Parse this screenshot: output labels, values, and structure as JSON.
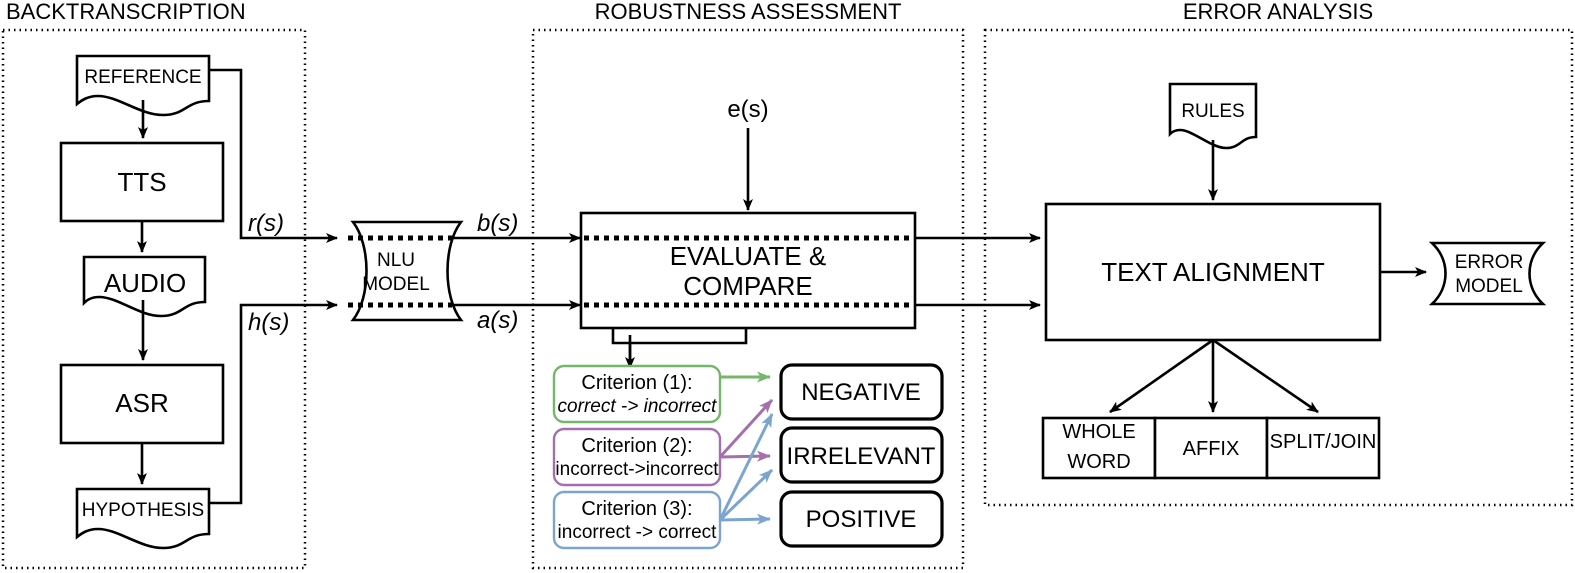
{
  "panels": [
    {
      "title": "BACKTRANSCRIPTION"
    },
    {
      "title": "ROBUSTNESS ASSESSMENT"
    },
    {
      "title": "ERROR ANALYSIS"
    }
  ],
  "backtranscription": {
    "reference": "REFERENCE",
    "tts": "TTS",
    "audio": "AUDIO",
    "asr": "ASR",
    "hypothesis": "HYPOTHESIS",
    "signal_r": "r(s)",
    "signal_h": "h(s)"
  },
  "nlu": {
    "line1": "NLU",
    "line2": "MODEL",
    "out_b": "b(s)",
    "out_a": "a(s)"
  },
  "robustness": {
    "input_e": "e(s)",
    "evaluate_line1": "EVALUATE &",
    "evaluate_line2": "COMPARE",
    "criteria": [
      {
        "title": "Criterion (1):",
        "rule": "correct -> incorrect",
        "color": "#74b66a"
      },
      {
        "title": "Criterion (2):",
        "rule": "incorrect->incorrect",
        "color": "#a46fae"
      },
      {
        "title": "Criterion (3):",
        "rule": "incorrect -> correct",
        "color": "#7ba4cf"
      }
    ],
    "outcomes": [
      {
        "label": "NEGATIVE"
      },
      {
        "label": "IRRELEVANT"
      },
      {
        "label": "POSITIVE"
      }
    ]
  },
  "error_analysis": {
    "rules": "RULES",
    "text_alignment": "TEXT ALIGNMENT",
    "error_model_line1": "ERROR",
    "error_model_line2": "MODEL",
    "categories": [
      {
        "line1": "WHOLE",
        "line2": "WORD"
      },
      {
        "line1": "AFFIX",
        "line2": ""
      },
      {
        "line1": "SPLIT/JOIN",
        "line2": ""
      }
    ]
  },
  "colors": {
    "stroke": "#000000",
    "background": "#ffffff",
    "green": "#74b66a",
    "purple": "#a46fae",
    "blue": "#7ba4cf"
  }
}
